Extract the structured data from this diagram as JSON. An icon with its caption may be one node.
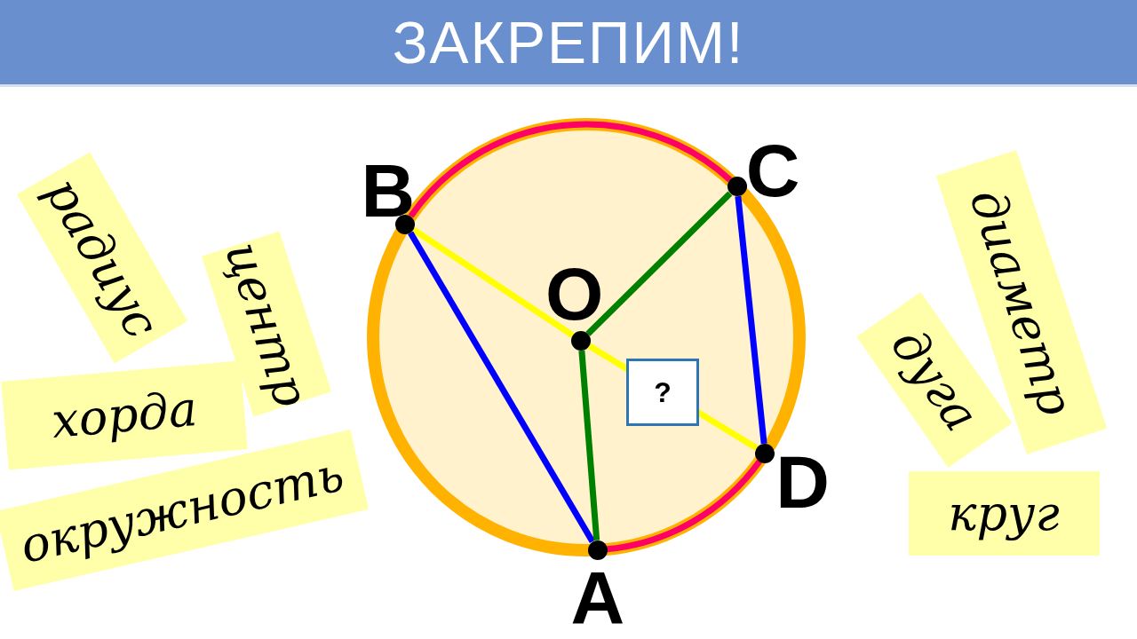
{
  "diagram": {
    "title": "ЗАКРЕПИМ!",
    "nodes": [
      {
        "text": [],
        "shape": "circle",
        "beside": [
          "B"
        ]
      },
      {
        "text": [],
        "shape": "circle",
        "beside": [
          "C"
        ]
      },
      {
        "text": [],
        "shape": "circle",
        "beside": [
          "O"
        ]
      },
      {
        "text": [],
        "shape": "circle",
        "beside": [
          "A"
        ]
      },
      {
        "text": [],
        "shape": "circle",
        "beside": [
          "D"
        ]
      }
    ],
    "edges": [
      {
        "from": 0,
        "to": 2,
        "arrow": "none",
        "color": "#ffff00"
      },
      {
        "from": 2,
        "to": 4,
        "arrow": "none",
        "color": "#ffff00"
      },
      {
        "from": 0,
        "to": 3,
        "arrow": "none",
        "color": "#0000ff"
      },
      {
        "from": 1,
        "to": 4,
        "arrow": "none",
        "color": "#0000ff"
      },
      {
        "from": 2,
        "to": 1,
        "arrow": "none",
        "color": "#008000"
      },
      {
        "from": 2,
        "to": 3,
        "arrow": "none",
        "color": "#008000"
      },
      {
        "from": 0,
        "to": 1,
        "arrow": "none",
        "color": "#ff0066"
      },
      {
        "from": 3,
        "to": 4,
        "arrow": "none",
        "color": "#ff0066"
      }
    ],
    "labels": [
      "радиус",
      "центр",
      "хорда",
      "окружность",
      "диаметр",
      "дуга",
      "круг",
      "?"
    ]
  }
}
